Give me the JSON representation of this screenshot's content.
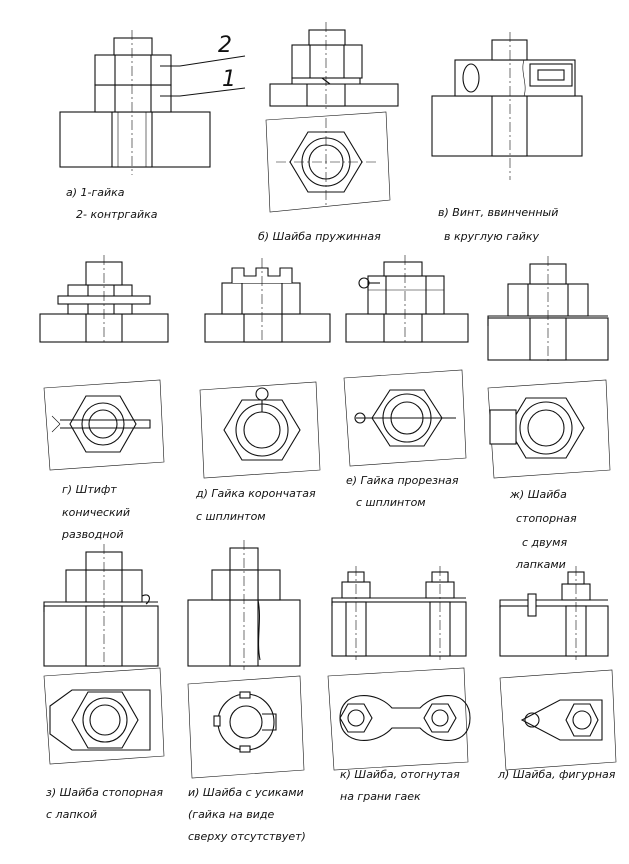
{
  "leaders": {
    "n2": "2",
    "n1": "1"
  },
  "figures": [
    {
      "id": "a",
      "lines": [
        "а) 1-гайка",
        "2- контргайка"
      ]
    },
    {
      "id": "b",
      "lines": [
        "б) Шайба пружинная"
      ]
    },
    {
      "id": "v",
      "lines": [
        "в) Винт, ввинченный",
        "в круглую гайку"
      ]
    },
    {
      "id": "g",
      "lines": [
        "г) Штифт",
        "конический",
        "разводной"
      ]
    },
    {
      "id": "d",
      "lines": [
        "д) Гайка корончатая",
        "с шплинтом"
      ]
    },
    {
      "id": "e",
      "lines": [
        "е) Гайка прорезная",
        "с шплинтом"
      ]
    },
    {
      "id": "zh",
      "lines": [
        "ж) Шайба",
        "стопорная",
        "с двумя",
        "лапками"
      ]
    },
    {
      "id": "z",
      "lines": [
        "з) Шайба стопорная",
        "с лапкой"
      ]
    },
    {
      "id": "i",
      "lines": [
        "и) Шайба с усиками",
        "(гайка на виде",
        "сверху отсутствует)"
      ]
    },
    {
      "id": "k",
      "lines": [
        "к) Шайба, отогнутая",
        "на грани гаек"
      ]
    },
    {
      "id": "l",
      "lines": [
        "л) Шайба, фигурная"
      ]
    }
  ]
}
